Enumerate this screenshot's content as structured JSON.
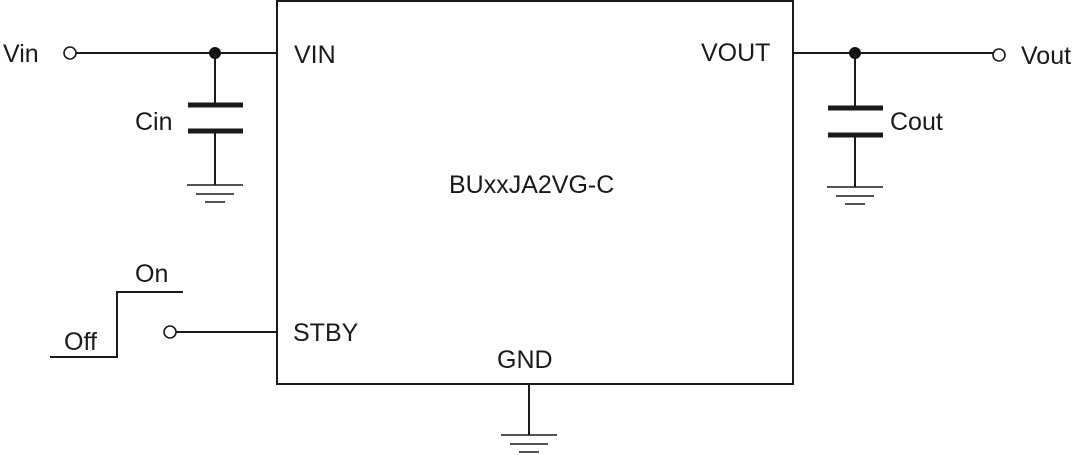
{
  "diagram": {
    "chip_label": "BUxxJA2VG-C",
    "pins": {
      "vin": "VIN",
      "vout": "VOUT",
      "stby": "STBY",
      "gnd": "GND"
    },
    "terminals": {
      "vin": "Vin",
      "vout": "Vout"
    },
    "capacitors": {
      "input": "Cin",
      "output": "Cout"
    },
    "switch": {
      "on": "On",
      "off": "Off"
    }
  }
}
